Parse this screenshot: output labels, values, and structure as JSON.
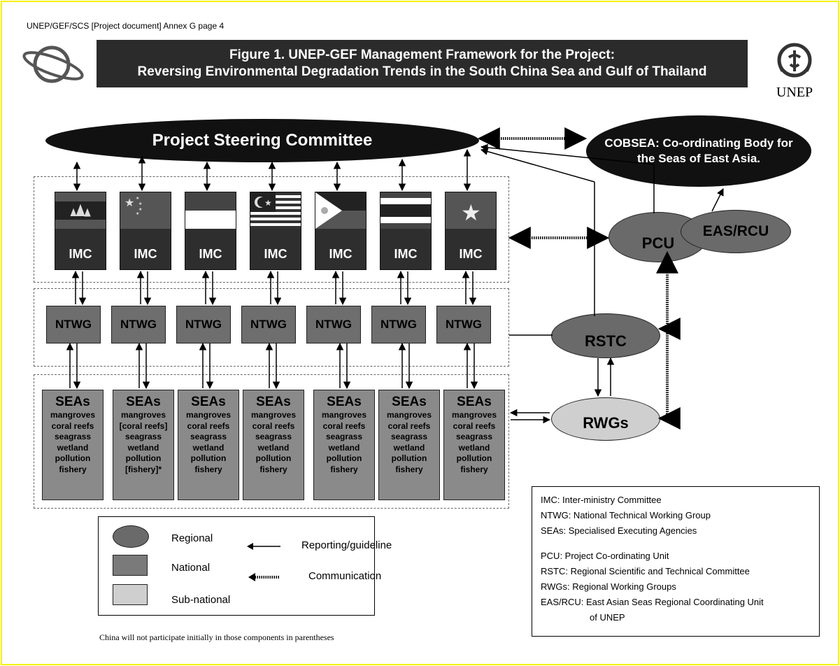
{
  "header": {
    "doc_ref": "UNEP/GEF/SCS [Project document] Annex G page 4"
  },
  "title": {
    "line1": "Figure 1.  UNEP-GEF Management Framework for the Project:",
    "line2": "Reversing Environmental Degradation Trends in the South China Sea and Gulf of Thailand"
  },
  "logos": {
    "unep_text": "UNEP"
  },
  "regional": {
    "psc": "Project Steering Committee",
    "cobsea": "COBSEA: Co-ordinating Body for the Seas of East Asia.",
    "pcu": "PCU",
    "eas_rcu": "EAS/RCU",
    "rstc": "RSTC",
    "rwgs": "RWGs"
  },
  "countries": [
    {
      "imc": "IMC",
      "ntwg": "NTWG",
      "sea": {
        "title": "SEAs",
        "items": [
          "mangroves",
          "coral reefs",
          "seagrass",
          "wetland",
          "pollution",
          "fishery"
        ]
      }
    },
    {
      "imc": "IMC",
      "ntwg": "NTWG",
      "sea": {
        "title": "SEAs",
        "items": [
          "mangroves",
          "[coral reefs]",
          "seagrass",
          "wetland",
          "pollution",
          "[fishery]*"
        ]
      }
    },
    {
      "imc": "IMC",
      "ntwg": "NTWG",
      "sea": {
        "title": "SEAs",
        "items": [
          "mangroves",
          "coral reefs",
          "seagrass",
          "wetland",
          "pollution",
          "fishery"
        ]
      }
    },
    {
      "imc": "IMC",
      "ntwg": "NTWG",
      "sea": {
        "title": "SEAs",
        "items": [
          "mangroves",
          "coral reefs",
          "seagrass",
          "wetland",
          "pollution",
          "fishery"
        ]
      }
    },
    {
      "imc": "IMC",
      "ntwg": "NTWG",
      "sea": {
        "title": "SEAs",
        "items": [
          "mangroves",
          "coral reefs",
          "seagrass",
          "wetland",
          "pollution",
          "fishery"
        ]
      }
    },
    {
      "imc": "IMC",
      "ntwg": "NTWG",
      "sea": {
        "title": "SEAs",
        "items": [
          "mangroves",
          "coral reefs",
          "seagrass",
          "wetland",
          "pollution",
          "fishery"
        ]
      }
    },
    {
      "imc": "IMC",
      "ntwg": "NTWG",
      "sea": {
        "title": "SEAs",
        "items": [
          "mangroves",
          "coral reefs",
          "seagrass",
          "wetland",
          "pollution",
          "fishery"
        ]
      }
    }
  ],
  "legend": {
    "regional": "Regional",
    "national": "National",
    "subnational": "Sub-national",
    "reporting": "Reporting/guideline",
    "communication": "Communication"
  },
  "abbreviations": {
    "imc": "IMC: Inter-ministry Committee",
    "ntwg": "NTWG: National Technical Working Group",
    "seas": "SEAs: Specialised Executing Agencies",
    "pcu": "PCU: Project Co-ordinating Unit",
    "rstc": "RSTC: Regional Scientific and Technical Committee",
    "rwgs": "RWGs: Regional Working Groups",
    "eas_rcu_1": "EAS/RCU: East Asian Seas Regional Coordinating Unit",
    "eas_rcu_2": "of UNEP"
  },
  "footnote": "China will not participate initially in those components in parentheses",
  "colors": {
    "regional": "#6a6a6a",
    "national": "#7a7a7a",
    "subnational": "#cfcfcf",
    "border": "#f6f000"
  }
}
